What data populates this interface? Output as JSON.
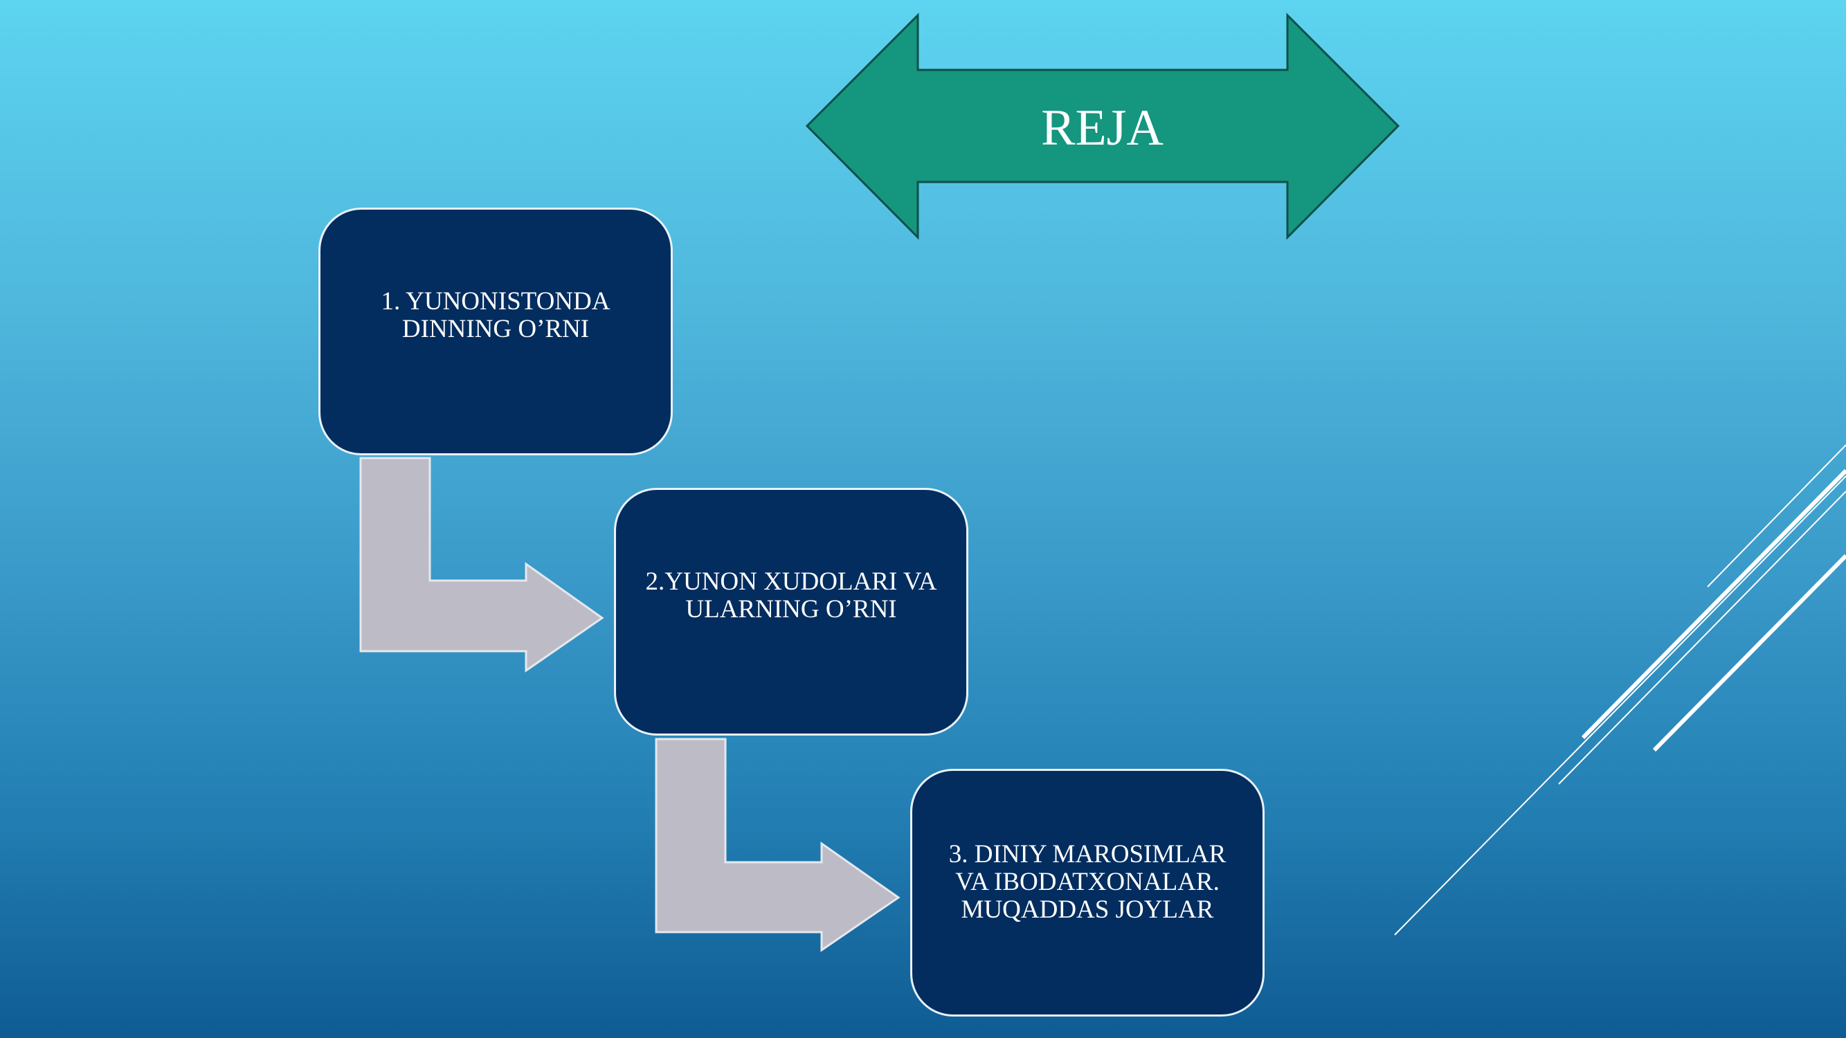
{
  "slide": {
    "title": "REJA",
    "steps": [
      {
        "label": "1. YUNONISTONDA\nDINNING O’RNI"
      },
      {
        "label": "2.YUNON XUDOLARI VA\nULARNING O’RNI"
      },
      {
        "label": "3. DINIY MAROSIMLAR\nVA IBODATXONALAR.\nMUQADDAS JOYLAR"
      }
    ]
  },
  "colors": {
    "title_arrow": "#15967e",
    "step_box": "#032d5f",
    "connector": "#bdbcc6",
    "background_top": "#5dd4f0",
    "background_bottom": "#0f5c94"
  }
}
